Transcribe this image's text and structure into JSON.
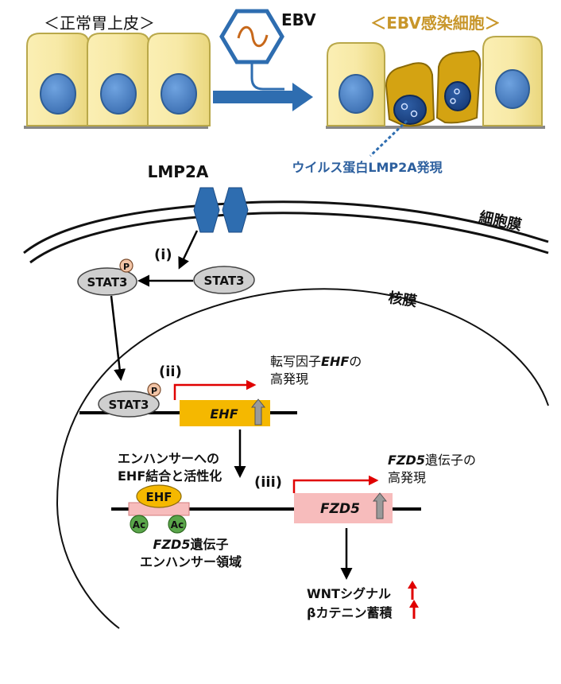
{
  "headers": {
    "normal_epithelium": "＜正常胃上皮＞",
    "ebv": "EBV",
    "infected_cells": "＜EBV感染細胞＞"
  },
  "labels": {
    "viral_protein": "ウイルス蛋白LMP2A発現",
    "lmp2a": "LMP2A",
    "cell_membrane": "細胞膜",
    "nuclear_membrane": "核膜",
    "stat3": "STAT3",
    "phospho": "P",
    "ehf": "EHF",
    "fzd5": "FZD5",
    "acetyl": "Ac"
  },
  "steps": {
    "i": "(i)",
    "ii": "(ii)",
    "iii": "(iii)"
  },
  "notes": {
    "ehf_line1_prefix": "転写因子",
    "ehf_line1_gene": "EHF",
    "ehf_line1_suffix": "の",
    "ehf_line2": "高発現",
    "enhancer_line1": "エンハンサーへの",
    "enhancer_line2": "EHF結合と活性化",
    "fzd5_line1_gene": "FZD5",
    "fzd5_line1_suffix": "遺伝子の",
    "fzd5_line2": "高発現",
    "region_line1_gene": "FZD5",
    "region_line1_suffix": "遺伝子",
    "region_line2": "エンハンサー領域",
    "wnt_line1": "WNTシグナル",
    "wnt_line2": "βカテニン蓄積"
  },
  "colors": {
    "cell_fill": "#f5e7a0",
    "cell_stroke": "#b9a84a",
    "nucleus": "#4f86c8",
    "infected": "#d4a312",
    "arrow_blue": "#2e6db0",
    "gene_ehf": "#f5b800",
    "gene_fzd5": "#f7bcbc",
    "promoter": "#e00000",
    "ac": "#5aa64a",
    "header_gold": "#c8962a",
    "note_blue": "#2c5f9e"
  }
}
